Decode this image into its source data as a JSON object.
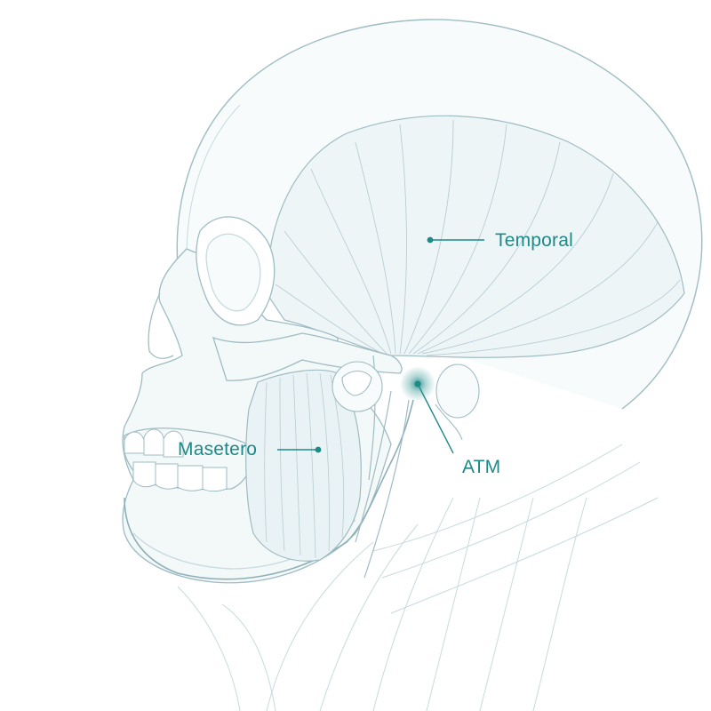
{
  "colors": {
    "accent": "#1d8a88",
    "line": "#9fbcc3",
    "line_light": "#c7dade",
    "fill": "#f3f8f9",
    "fill_muscle": "#e9f2f4"
  },
  "labels": {
    "temporal": "Temporal",
    "masetero": "Masetero",
    "atm": "ATM"
  }
}
